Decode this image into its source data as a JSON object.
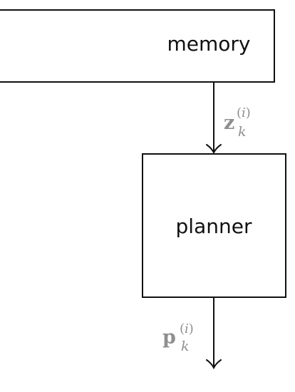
{
  "memory": {
    "label": "memory"
  },
  "planner": {
    "label": "planner"
  },
  "edge_memory_to_planner": {
    "symbol": "z",
    "subscript": "k",
    "superscript_open": "(",
    "superscript_var": "i",
    "superscript_close": ")"
  },
  "edge_planner_out": {
    "symbol": "p",
    "subscript": "k",
    "superscript_open": "(",
    "superscript_var": "i",
    "superscript_close": ")"
  },
  "colors": {
    "stroke": "#111111",
    "label_gray": "#8f8f8f",
    "background": "#ffffff"
  }
}
